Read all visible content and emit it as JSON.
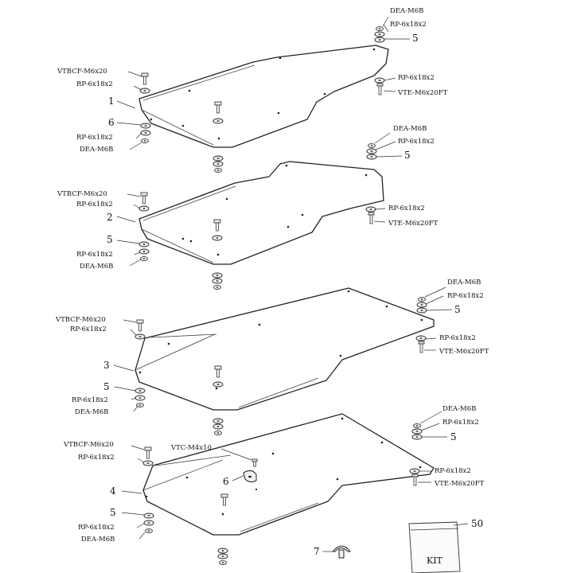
{
  "parts": {
    "p1": "1",
    "p2": "2",
    "p3": "3",
    "p4": "4",
    "p5": "5",
    "p6": "6",
    "p7": "7",
    "p50": "50"
  },
  "codes": {
    "dea": "DEA-M6B",
    "rp": "RP-6x18x2",
    "vtbcf": "VTBCF-M6x20",
    "vte": "VTE-M6x20FT",
    "vtc": "VTC-M4x10"
  },
  "kit": {
    "label": "KIT"
  }
}
